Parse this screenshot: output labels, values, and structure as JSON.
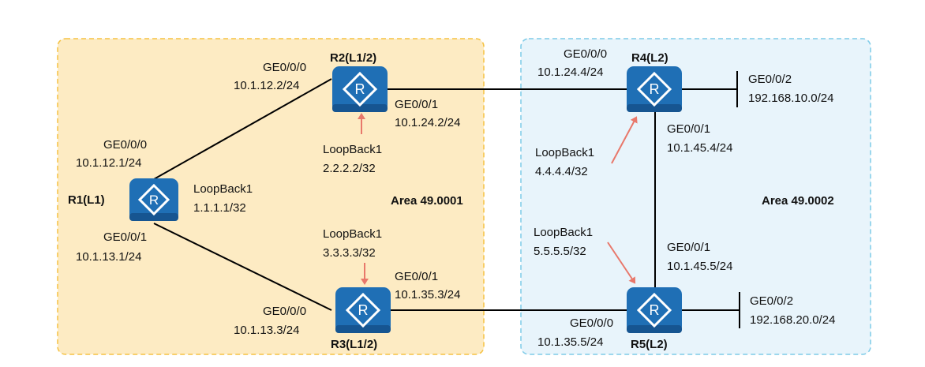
{
  "areas": {
    "left": {
      "label": "Area 49.0001",
      "fill": "#fdebc3",
      "border": "#f5c242"
    },
    "right": {
      "label": "Area 49.0002",
      "fill": "#e8f4fb",
      "border": "#7ecbe8"
    }
  },
  "colors": {
    "router": "#1f6fb5",
    "router_dark": "#165591",
    "link": "#000000",
    "arrow": "#e8786b"
  },
  "routers": {
    "r1": {
      "name": "R1(L1)",
      "icon": "router-icon"
    },
    "r2": {
      "name": "R2(L1/2)",
      "icon": "router-icon"
    },
    "r3": {
      "name": "R3(L1/2)",
      "icon": "router-icon"
    },
    "r4": {
      "name": "R4(L2)",
      "icon": "router-icon"
    },
    "r5": {
      "name": "R5(L2)",
      "icon": "router-icon"
    }
  },
  "interfaces": {
    "r1_g000": {
      "port": "GE0/0/0",
      "ip": "10.1.12.1/24"
    },
    "r1_g001": {
      "port": "GE0/0/1",
      "ip": "10.1.13.1/24"
    },
    "r1_lo": {
      "port": "LoopBack1",
      "ip": "1.1.1.1/32"
    },
    "r2_g000": {
      "port": "GE0/0/0",
      "ip": "10.1.12.2/24"
    },
    "r2_g001": {
      "port": "GE0/0/1",
      "ip": "10.1.24.2/24"
    },
    "r2_lo": {
      "port": "LoopBack1",
      "ip": "2.2.2.2/32"
    },
    "r3_g000": {
      "port": "GE0/0/0",
      "ip": "10.1.13.3/24"
    },
    "r3_g001": {
      "port": "GE0/0/1",
      "ip": "10.1.35.3/24"
    },
    "r3_lo": {
      "port": "LoopBack1",
      "ip": "3.3.3.3/32"
    },
    "r4_g000": {
      "port": "GE0/0/0",
      "ip": "10.1.24.4/24"
    },
    "r4_g001": {
      "port": "GE0/0/1",
      "ip": "10.1.45.4/24"
    },
    "r4_g002": {
      "port": "GE0/0/2",
      "ip": "192.168.10.0/24"
    },
    "r4_lo": {
      "port": "LoopBack1",
      "ip": "4.4.4.4/32"
    },
    "r5_g000": {
      "port": "GE0/0/0",
      "ip": "10.1.35.5/24"
    },
    "r5_g001": {
      "port": "GE0/0/1",
      "ip": "10.1.45.5/24"
    },
    "r5_g002": {
      "port": "GE0/0/2",
      "ip": "192.168.20.0/24"
    },
    "r5_lo": {
      "port": "LoopBack1",
      "ip": "5.5.5.5/32"
    }
  }
}
